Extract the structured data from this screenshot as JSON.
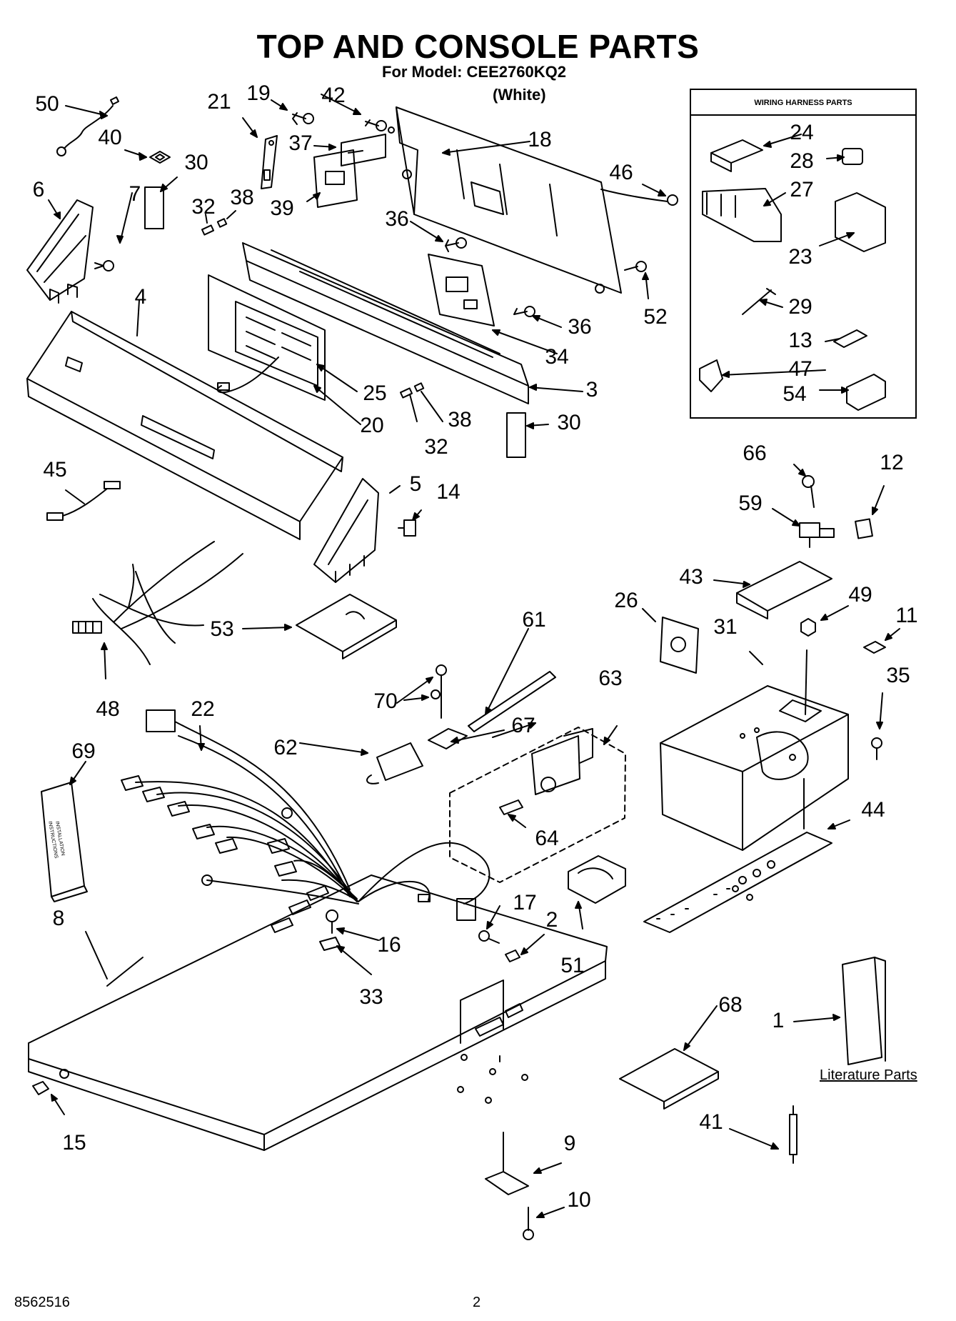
{
  "header": {
    "title": "TOP AND CONSOLE PARTS",
    "model": "For Model: CEE2760KQ2",
    "color": "(White)"
  },
  "harness_box": {
    "title": "WIRING HARNESS PARTS"
  },
  "literature_label": "Literature Parts",
  "footer": {
    "doc_number": "8562516",
    "page": "2"
  },
  "callouts": {
    "c50": "50",
    "c40": "40",
    "c30a": "30",
    "c6": "6",
    "c7": "7",
    "c32a": "32",
    "c38a": "38",
    "c21": "21",
    "c19": "19",
    "c37": "37",
    "c39": "39",
    "c42": "42",
    "c18": "18",
    "c36a": "36",
    "c46": "46",
    "c52": "52",
    "c36b": "36",
    "c34": "34",
    "c3": "3",
    "c4": "4",
    "c25": "25",
    "c20": "20",
    "c32b": "32",
    "c38b": "38",
    "c30b": "30",
    "c24": "24",
    "c28": "28",
    "c27": "27",
    "c23": "23",
    "c29": "29",
    "c13": "13",
    "c47": "47",
    "c54": "54",
    "c45": "45",
    "c5": "5",
    "c14": "14",
    "c66": "66",
    "c12": "12",
    "c59": "59",
    "c43": "43",
    "c49": "49",
    "c11": "11",
    "c26": "26",
    "c61": "61",
    "c31": "31",
    "c35": "35",
    "c53": "53",
    "c48": "48",
    "c70": "70",
    "c63": "63",
    "c22": "22",
    "c62": "62",
    "c67": "67",
    "c69": "69",
    "c64": "64",
    "c44": "44",
    "c8": "8",
    "c17": "17",
    "c2": "2",
    "c16": "16",
    "c51": "51",
    "c33": "33",
    "c68": "68",
    "c1": "1",
    "c41": "41",
    "c15": "15",
    "c9": "9",
    "c10": "10"
  },
  "booklet_text": {
    "line1": "INSTALLATION",
    "line2": "INSTRUCTIONS"
  }
}
